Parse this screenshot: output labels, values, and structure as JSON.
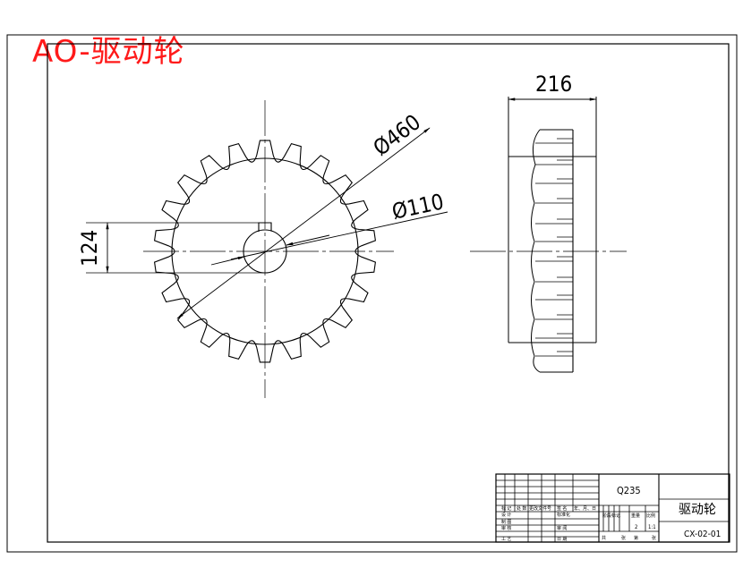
{
  "title": "AO-驱动轮",
  "colors": {
    "title": "#ff1a1a",
    "lines": "#000000",
    "background": "#ffffff"
  },
  "dimensions": {
    "width": "216",
    "outer_diameter": "Ø460",
    "bore_diameter": "Ø110",
    "keyway": "124"
  },
  "title_block": {
    "material": "Q235",
    "part_name": "驱动轮",
    "drawing_number": "CX-02-01",
    "scale": "1:1",
    "quantity": "2",
    "row_labels": [
      "标 记",
      "设 计",
      "制 图",
      "审 核",
      "工 艺"
    ],
    "header_cells": [
      "处 数",
      "更改文件号",
      "签 名",
      "年、月、日"
    ],
    "mid_labels": [
      "标准化",
      "审 阅",
      "日 期"
    ],
    "scale_header": [
      "阶段标记",
      "重量",
      "比例"
    ],
    "sheet_info": [
      "共",
      "张",
      "第",
      "张"
    ]
  }
}
